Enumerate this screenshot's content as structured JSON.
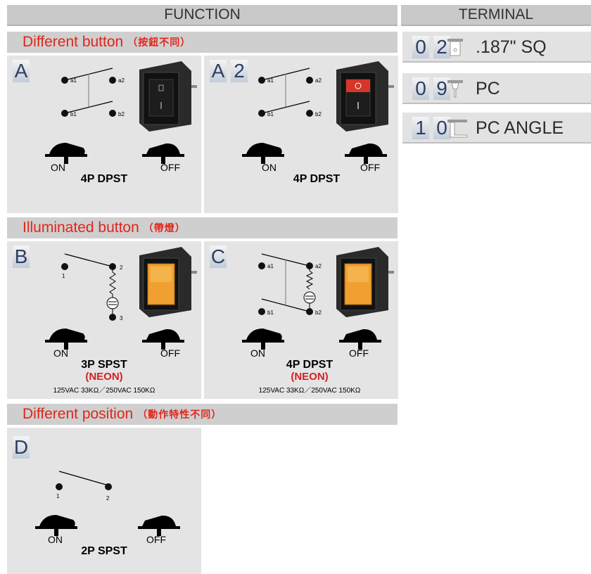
{
  "headers": {
    "function": "FUNCTION",
    "terminal": "TERMINAL"
  },
  "sections": {
    "different_button": {
      "en": "Different button",
      "cn": "（按鈕不同）"
    },
    "illuminated": {
      "en": "Illuminated button",
      "cn": "（帶燈）"
    },
    "different_position": {
      "en": "Different position",
      "cn": "（動作特性不同）"
    }
  },
  "panels": {
    "A": {
      "code": [
        "A"
      ],
      "pins": [
        "a1",
        "a2",
        "b1",
        "b2"
      ],
      "on": "ON",
      "off": "OFF",
      "type": "4P DPST"
    },
    "A2": {
      "code": [
        "A",
        "2"
      ],
      "pins": [
        "a1",
        "a2",
        "b1",
        "b2"
      ],
      "on": "ON",
      "off": "OFF",
      "type": "4P DPST"
    },
    "B": {
      "code": [
        "B"
      ],
      "pins": [
        "1",
        "2",
        "3"
      ],
      "on": "ON",
      "off": "OFF",
      "type": "3P SPST",
      "neon": "(NEON)",
      "spec": "125VAC 33KΩ／250VAC 150KΩ"
    },
    "C": {
      "code": [
        "C"
      ],
      "pins": [
        "a1",
        "a2",
        "b1",
        "b2"
      ],
      "on": "ON",
      "off": "OFF",
      "type": "4P DPST",
      "neon": "(NEON)",
      "spec": "125VAC 33KΩ／250VAC 150KΩ"
    },
    "D": {
      "code": [
        "D"
      ],
      "pins": [
        "1",
        "2"
      ],
      "on": "ON",
      "off": "OFF",
      "type": "2P SPST"
    }
  },
  "terminals": [
    {
      "code": [
        "0",
        "2"
      ],
      "icon": "quick-connect-terminal-icon",
      "label": ".187\" SQ"
    },
    {
      "code": [
        "0",
        "9"
      ],
      "icon": "pc-pin-terminal-icon",
      "label": "PC"
    },
    {
      "code": [
        "1",
        "0"
      ],
      "icon": "pc-angle-terminal-icon",
      "label": "PC ANGLE"
    }
  ],
  "colors": {
    "header_bg": "#c9c9c9",
    "section_text": "#e1251b",
    "panel_bg": "#e4e4e4",
    "code_text": "#2d3e63",
    "neon_text": "#d42020",
    "lamp_orange": "#f0a030",
    "lamp_red": "#d8352a"
  }
}
